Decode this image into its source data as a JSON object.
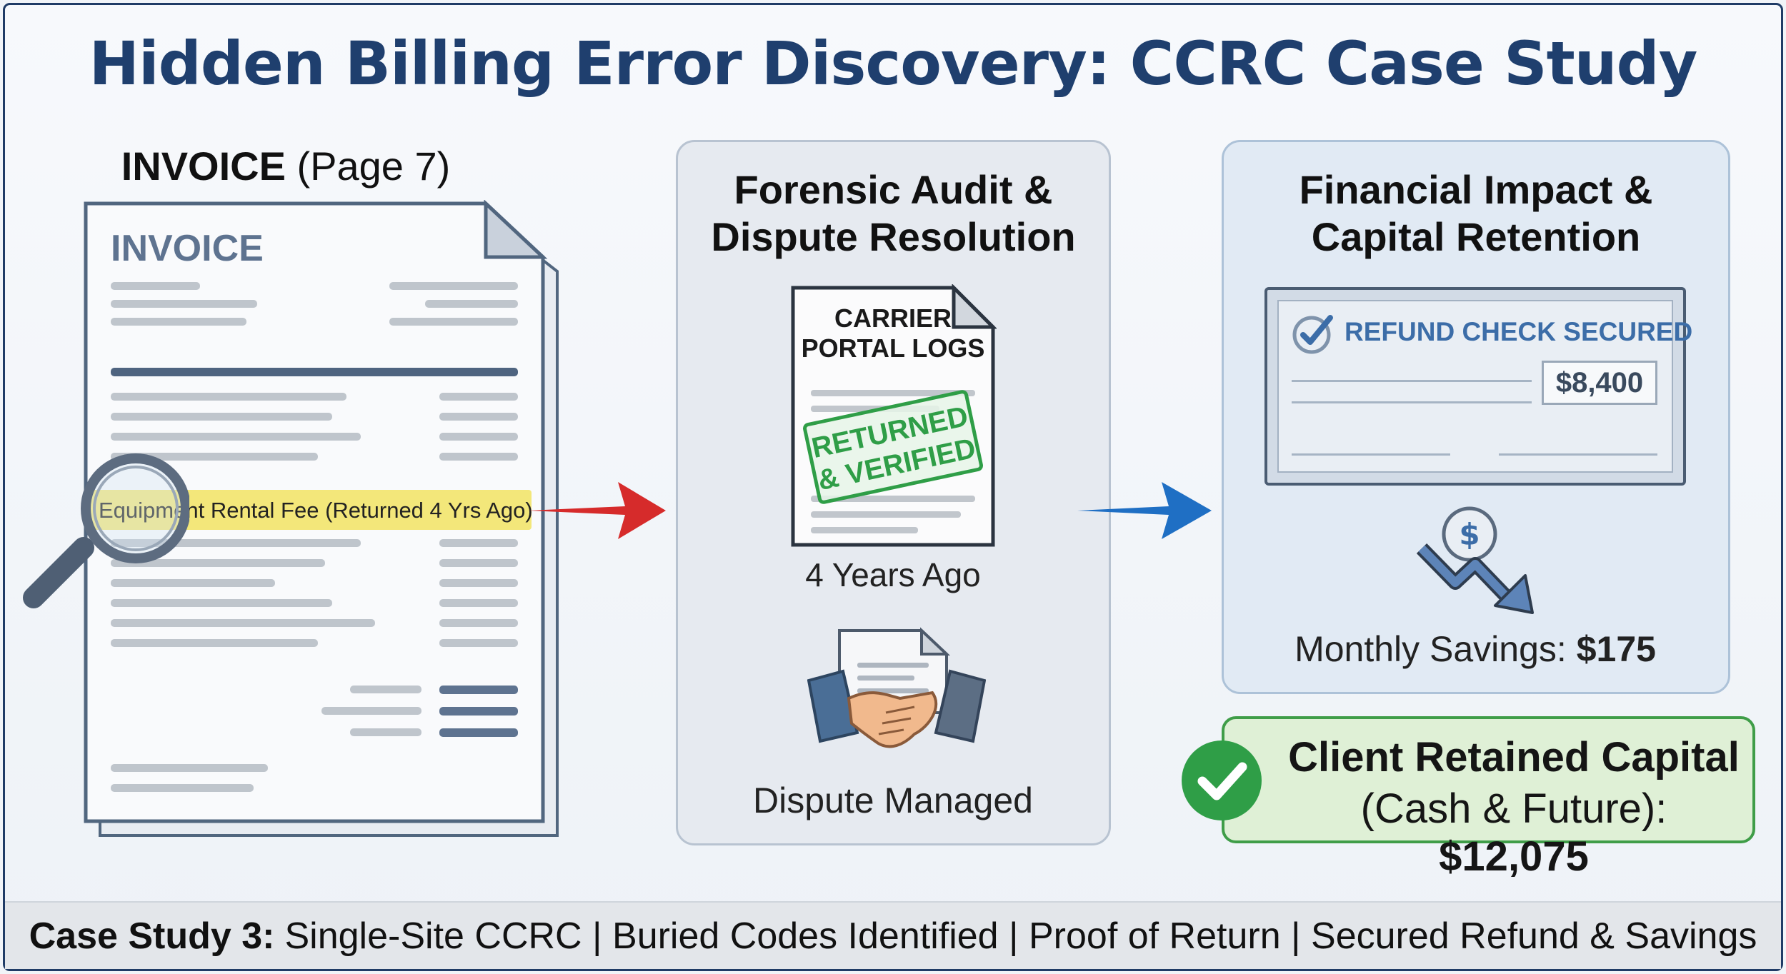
{
  "title": "Hidden Billing Error Discovery: CCRC Case Study",
  "invoice": {
    "caption_bold": "INVOICE",
    "caption_rest": " (Page 7)",
    "doc_heading": "INVOICE",
    "highlight_text": "Equipment Rental Fee (Returned 4 Yrs Ago)"
  },
  "audit_panel": {
    "title_line1": "Forensic Audit &",
    "title_line2": "Dispute Resolution",
    "doc_line1": "CARRIER",
    "doc_line2": "PORTAL LOGS",
    "stamp_line1": "RETURNED",
    "stamp_line2": "& VERIFIED",
    "doc_caption": "4 Years Ago",
    "handshake_caption": "Dispute Managed"
  },
  "impact_panel": {
    "title_line1": "Financial Impact &",
    "title_line2": "Capital Retention",
    "check_label": "REFUND CHECK SECURED",
    "check_amount": "$8,400",
    "savings_label": "Monthly Savings: ",
    "savings_value": "$175"
  },
  "retained": {
    "line1": "Client Retained Capital",
    "line2_label": "(Cash & Future): ",
    "line2_value": "$12,075"
  },
  "footer": {
    "bold": "Case Study 3:",
    "rest": "Single-Site CCRC | Buried Codes Identified | Proof of Return | Secured Refund & Savings"
  },
  "colors": {
    "title": "#1f3f6e",
    "red_arrow": "#d62b2b",
    "blue_arrow": "#1f6fc4",
    "stamp_green": "#2f9e47",
    "check_blue": "#3c6da8"
  }
}
